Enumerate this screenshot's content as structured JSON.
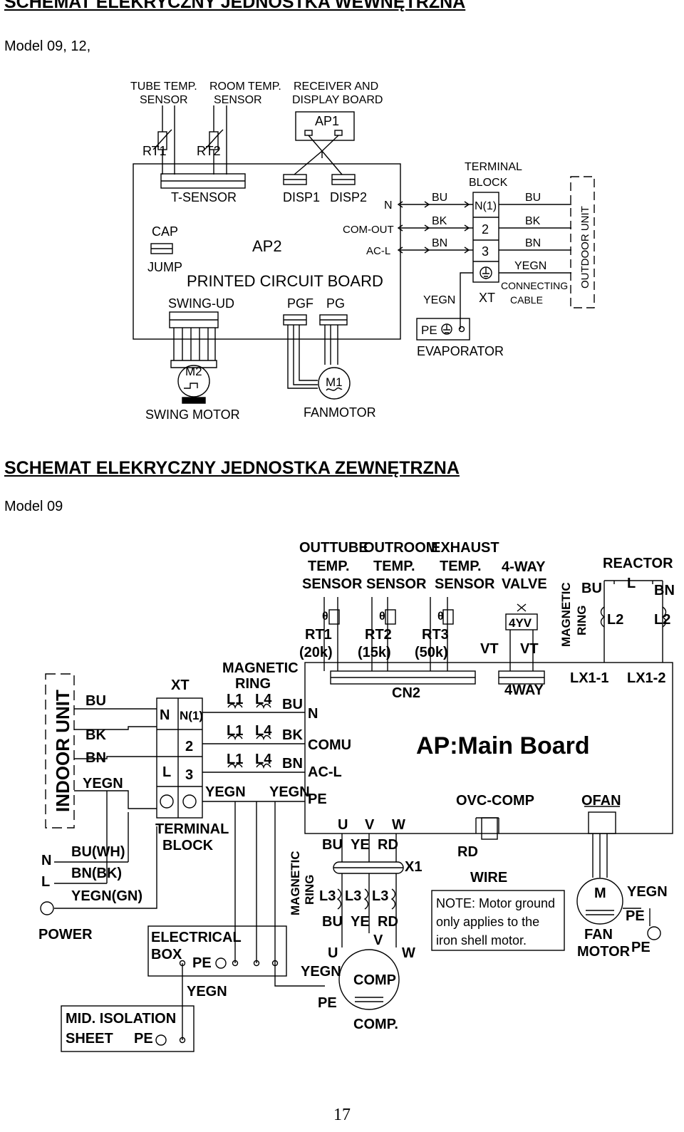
{
  "indoor": {
    "heading": "SCHEMAT ELEKRYCZNY JEDNOSTKA WEWNĘTRZNA",
    "model": "Model 09, 12,",
    "diagram": {
      "tube_sensor": [
        "TUBE TEMP.",
        "SENSOR"
      ],
      "room_sensor": [
        "ROOM TEMP.",
        "SENSOR"
      ],
      "receiver": [
        "RECEIVER AND",
        "DISPLAY BOARD"
      ],
      "ap1": "AP1",
      "rt1": "RT1",
      "rt2": "RT2",
      "t_sensor": "T-SENSOR",
      "disp1": "DISP1",
      "disp2": "DISP2",
      "cap": "CAP",
      "jump": "JUMP",
      "ap2": "AP2",
      "pcb": "PRINTED CIRCUIT BOARD",
      "swing_ud": "SWING-UD",
      "pgf": "PGF",
      "pg": "PG",
      "n": "N",
      "com_out": "COM-OUT",
      "ac_l": "AC-L",
      "bu": "BU",
      "bk": "BK",
      "bn": "BN",
      "yegn": "YEGN",
      "terminal_block": [
        "TERMINAL",
        "BLOCK"
      ],
      "n1": "N(1)",
      "t2": "2",
      "t3": "3",
      "xt": "XT",
      "connecting_cable": [
        "CONNECTING",
        "CABLE"
      ],
      "outdoor_unit": "OUTDOOR UNIT",
      "pe": "PE",
      "evaporator": "EVAPORATOR",
      "m2": "M2",
      "m1": "M1",
      "swing_motor": "SWING MOTOR",
      "fanmotor": "FANMOTOR"
    }
  },
  "outdoor": {
    "heading": "SCHEMAT ELEKRYCZNY JEDNOSTKA ZEWNĘTRZNA",
    "model": "Model 09",
    "diagram": {
      "outtube": [
        "OUTTUBE",
        "TEMP.",
        "SENSOR"
      ],
      "outroom": [
        "OUTROOM",
        "TEMP.",
        "SENSOR"
      ],
      "exhaust": [
        "EXHAUST",
        "TEMP.",
        "SENSOR"
      ],
      "fourway_valve": [
        "4-WAY",
        "VALVE"
      ],
      "reactor": "REACTOR",
      "magnetic_ring_v": [
        "MAGNETIC",
        "RING"
      ],
      "bu": "BU",
      "l": "L",
      "bn": "BN",
      "l2": "L2",
      "theta": "θ",
      "rt1": [
        "RT1",
        "(20k)"
      ],
      "rt2": [
        "RT2",
        "(15k)"
      ],
      "rt3": [
        "RT3",
        "(50k)"
      ],
      "vt": "VT",
      "fouryv": "4YV",
      "lx1_1": "LX1-1",
      "lx1_2": "LX1-2",
      "cn2": "CN2",
      "fourway": "4WAY",
      "indoor_unit": "INDOOR UNIT",
      "xt": "XT",
      "magnetic_ring": [
        "MAGNETIC",
        "RING"
      ],
      "l1": "L1",
      "l4": "L4",
      "n": "N",
      "n1": "N(1)",
      "comu": "COMU",
      "ac_l": "AC-L",
      "pe": "PE",
      "bk": "BK",
      "yegn": "YEGN",
      "t2": "2",
      "t3": "3",
      "tl": "L",
      "ap_main": "AP:Main Board",
      "ovc_comp": "OVC-COMP",
      "ofan": "OFAN",
      "terminal_block": [
        "TERMINAL",
        "BLOCK"
      ],
      "u": "U",
      "v": "V",
      "w": "W",
      "ye": "YE",
      "rd": "RD",
      "x1": "X1",
      "l3": "L3",
      "wire": "WIRE",
      "note": [
        "NOTE: Motor ground",
        "only applies to the",
        "iron shell motor."
      ],
      "m": "M",
      "fan_motor": [
        "FAN",
        "MOTOR"
      ],
      "bu_wh": "BU(WH)",
      "bn_bk": "BN(BK)",
      "yegn_gn": "YEGN(GN)",
      "power": "POWER",
      "electrical_box": [
        "ELECTRICAL",
        "BOX"
      ],
      "comp": "COMP",
      "comp_dot": "COMP.",
      "mid_isolation": [
        "MID. ISOLATION",
        "SHEET"
      ]
    }
  },
  "page_number": "17"
}
